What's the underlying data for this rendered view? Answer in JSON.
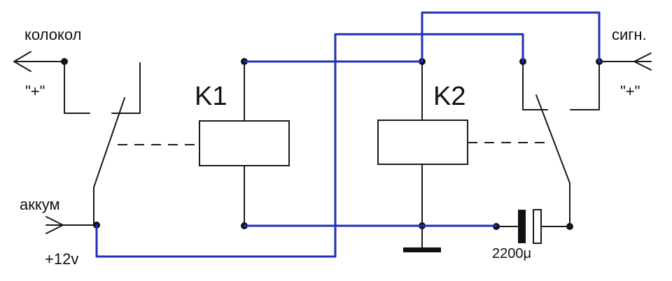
{
  "labels": {
    "bell": "колокол",
    "bell_plus": "\"+\"",
    "signal": "сигн.",
    "signal_plus": "\"+\"",
    "battery": "аккум",
    "supply": "+12v",
    "relay1": "K1",
    "relay2": "K2",
    "capacitor": "2200μ"
  },
  "colors": {
    "wire": "#1a1a1a",
    "blue_wire": "#1f2fb8",
    "background": "#ffffff"
  }
}
